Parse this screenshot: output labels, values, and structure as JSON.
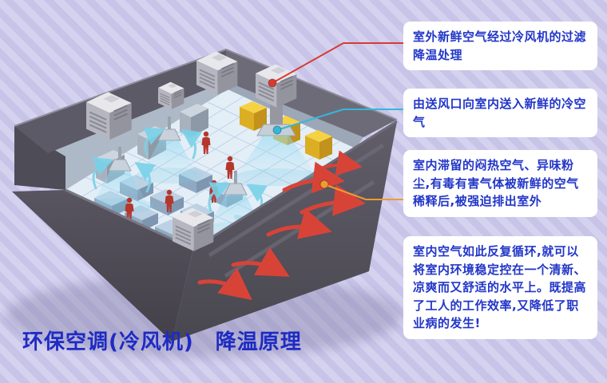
{
  "page": {
    "title": "环保空调(冷风机)　降温原理"
  },
  "callouts": [
    {
      "text": "室外新鲜空气经过冷风机的过滤降温处理",
      "color": "#d93a30",
      "target": "rooftop-cooling-unit"
    },
    {
      "text": "由送风口向室内送入新鲜的冷空气",
      "color": "#33b8dc",
      "target": "air-supply-outlet"
    },
    {
      "text": "室内滞留的闷热空气、异味粉尘,有毒有害气体被新鲜的空气稀释后,被强迫排出室外",
      "color": "#f09a32",
      "target": "exhaust-vents"
    },
    {
      "text": "室内空气如此反复循环,就可以将室内环境稳定控在一个清新、凉爽而又舒适的水平上。既提高了工人的工作效率,又降低了职业病的发生!",
      "color": null,
      "target": null
    }
  ],
  "colors": {
    "background": "#cbc7ea",
    "callout_text": "#2236c8",
    "title": "#1e2bc4",
    "exhaust_arrow": "#d84338",
    "fresh_air": "#79d2e8"
  },
  "illustration": {
    "description": "isometric factory building cutaway showing evaporative cooling airflow",
    "rooftop_units": 4,
    "workers": 5
  }
}
